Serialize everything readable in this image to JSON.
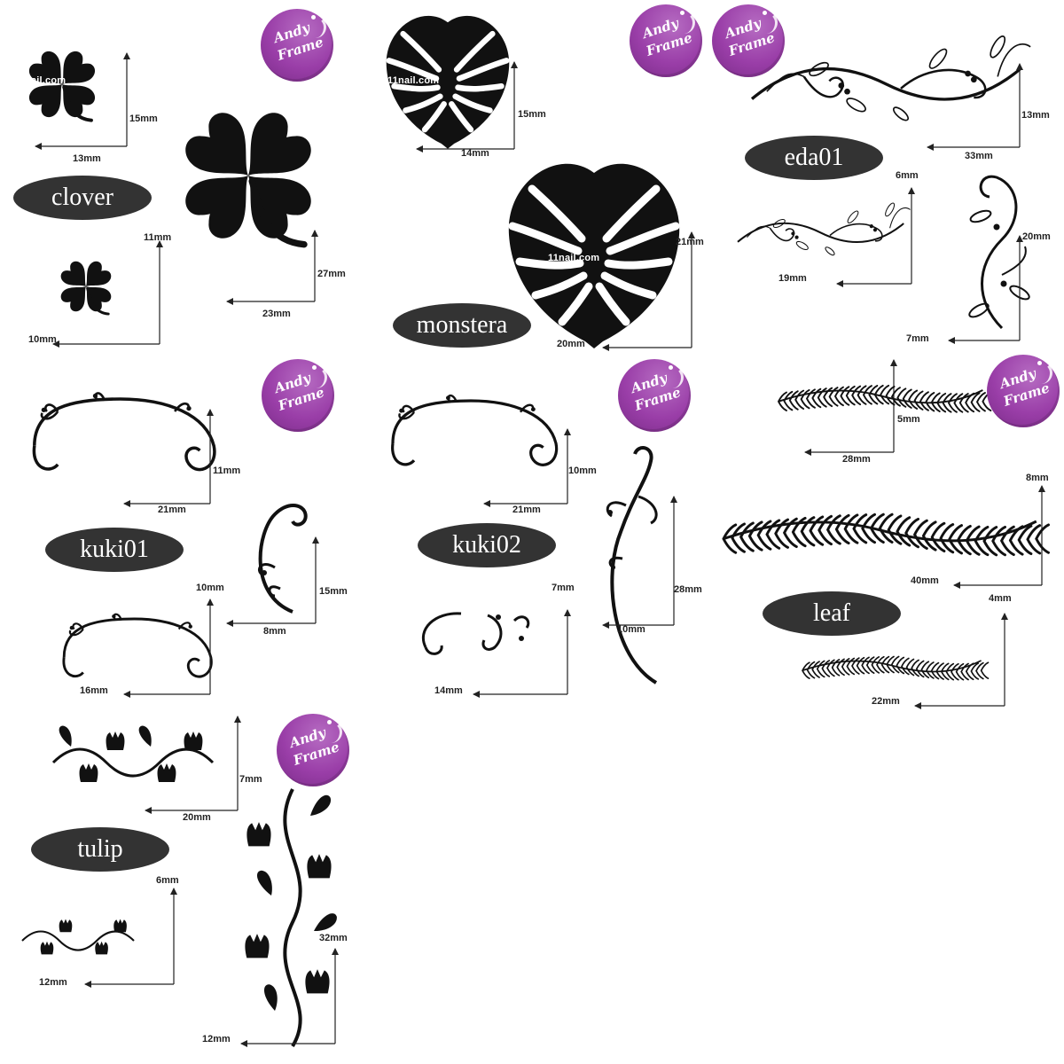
{
  "brand": {
    "badge_line1": "Andy",
    "badge_line2": "Frame",
    "watermark": "11nail.com",
    "badge_color": "#9a3ea8",
    "pill_color": "#333333"
  },
  "categories": {
    "clover": "clover",
    "monstera": "monstera",
    "eda01": "eda01",
    "kuki01": "kuki01",
    "kuki02": "kuki02",
    "leaf": "leaf",
    "tulip": "tulip"
  },
  "dims": {
    "clover_small_w": "13mm",
    "clover_small_h": "15mm",
    "clover_large_w": "23mm",
    "clover_large_h": "27mm",
    "clover_tiny_w": "10mm",
    "clover_tiny_h": "11mm",
    "monstera_small_w": "14mm",
    "monstera_small_h": "15mm",
    "monstera_large_w": "20mm",
    "monstera_large_h": "21mm",
    "eda_large_w": "33mm",
    "eda_large_h": "13mm",
    "eda_mid_w": "19mm",
    "eda_mid_h": "6mm",
    "eda_vert_w": "7mm",
    "eda_vert_h": "20mm",
    "kuki1_large_w": "21mm",
    "kuki1_large_h": "11mm",
    "kuki1_vert_w": "8mm",
    "kuki1_vert_h": "15mm",
    "kuki1_small_w": "16mm",
    "kuki1_small_h": "10mm",
    "kuki2_large_w": "21mm",
    "kuki2_large_h": "10mm",
    "kuki2_vert_w": "10mm",
    "kuki2_vert_h": "28mm",
    "kuki2_small_w": "14mm",
    "kuki2_small_h": "7mm",
    "leaf_small_w": "28mm",
    "leaf_small_h": "5mm",
    "leaf_large_w": "40mm",
    "leaf_large_h": "8mm",
    "leaf_tiny_w": "22mm",
    "leaf_tiny_h": "4mm",
    "tulip_large_w": "20mm",
    "tulip_large_h": "7mm",
    "tulip_small_w": "12mm",
    "tulip_small_h": "6mm",
    "tulip_vert_w": "12mm",
    "tulip_vert_h": "32mm"
  }
}
